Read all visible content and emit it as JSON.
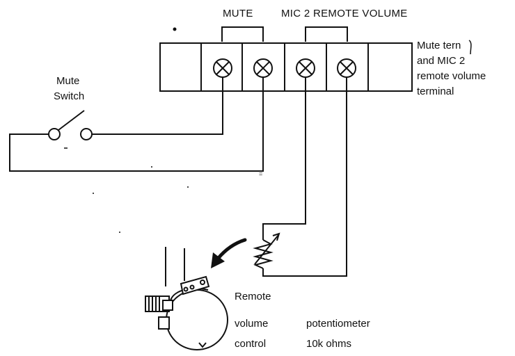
{
  "header": {
    "mute": "MUTE",
    "mic2_remote": "MIC 2 REMOTE VOLUME"
  },
  "terminal_label": {
    "line1": "Mute tern",
    "line2": "and MIC 2",
    "line3": "remote volume",
    "line4": "terminal"
  },
  "switch_label": {
    "line1": "Mute",
    "line2": "Switch"
  },
  "remote_label": {
    "line1": "Remote",
    "line2": "volume",
    "line3": "control"
  },
  "pot_label": {
    "line1": "potentiometer",
    "line2": "10k ohms"
  },
  "icons": {
    "terminal_screw": "circle-x-icon",
    "switch": "switch-icon",
    "variable_resistor": "variable-resistor-icon",
    "arrow": "curved-arrow-icon",
    "potentiometer": "potentiometer-drawing"
  },
  "colors": {
    "line": "#111111",
    "background": "#ffffff"
  }
}
